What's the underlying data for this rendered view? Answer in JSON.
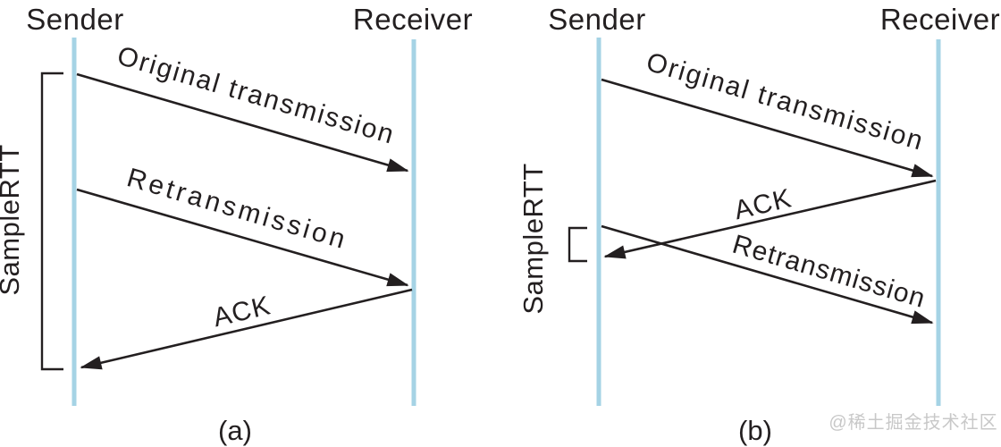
{
  "figure": {
    "description": "TCP SampleRTT measurement sequence diagrams",
    "colors": {
      "lifeline": "#a5d3e5",
      "ink": "#231f20",
      "watermark": "#c8c8c8"
    },
    "panels": [
      {
        "id": "a",
        "caption": "(a)",
        "sender_label": "Sender",
        "receiver_label": "Receiver",
        "rtt_label": "SampleRTT",
        "messages": [
          {
            "label": "Original transmission",
            "from": "sender",
            "to": "receiver"
          },
          {
            "label": "Retransmission",
            "from": "sender",
            "to": "receiver"
          },
          {
            "label": "ACK",
            "from": "receiver",
            "to": "sender"
          }
        ]
      },
      {
        "id": "b",
        "caption": "(b)",
        "sender_label": "Sender",
        "receiver_label": "Receiver",
        "rtt_label": "SampleRTT",
        "messages": [
          {
            "label": "Original transmission",
            "from": "sender",
            "to": "receiver"
          },
          {
            "label": "ACK",
            "from": "receiver",
            "to": "sender"
          },
          {
            "label": "Retransmission",
            "from": "sender",
            "to": "receiver"
          }
        ]
      }
    ],
    "watermark": "@稀土掘金技术社区"
  }
}
